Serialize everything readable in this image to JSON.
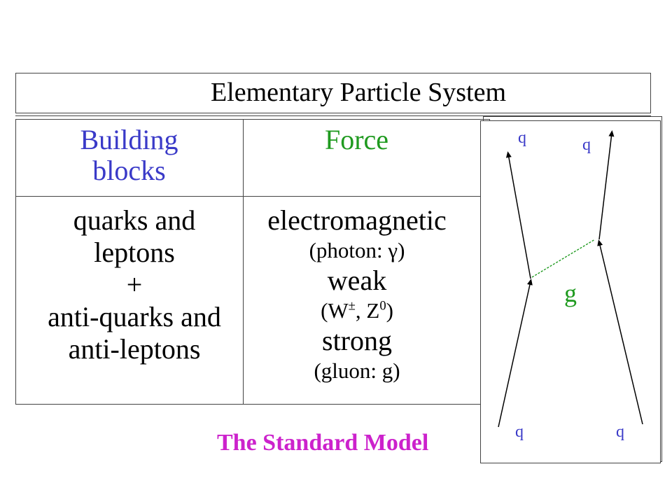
{
  "title": "Elementary Particle System",
  "table": {
    "headers": {
      "building_blocks": [
        "Building",
        "blocks"
      ],
      "force": "Force"
    },
    "building_blocks_lines": [
      "quarks and",
      "leptons",
      "+",
      "anti-quarks and",
      "anti-leptons"
    ],
    "forces": {
      "em": "electromagnetic",
      "em_carrier": "(photon: γ)",
      "weak": "weak",
      "weak_carrier_prefix": "(W",
      "weak_carrier_sup1": "±",
      "weak_carrier_mid": ", Z",
      "weak_carrier_sup2": "0",
      "weak_carrier_suffix": ")",
      "strong": "strong",
      "strong_carrier": "(gluon: g)"
    }
  },
  "model_label": "The Standard Model",
  "feynman": {
    "top_left_label": "q",
    "top_right_label": "q",
    "bottom_left_label": "q",
    "bottom_right_label": "q",
    "gluon_label": "g"
  },
  "colors": {
    "header_blue": "#3a3ac8",
    "header_green": "#1f9a1f",
    "model_magenta": "#cc22cc",
    "gluon_green": "#1f9a1f"
  }
}
